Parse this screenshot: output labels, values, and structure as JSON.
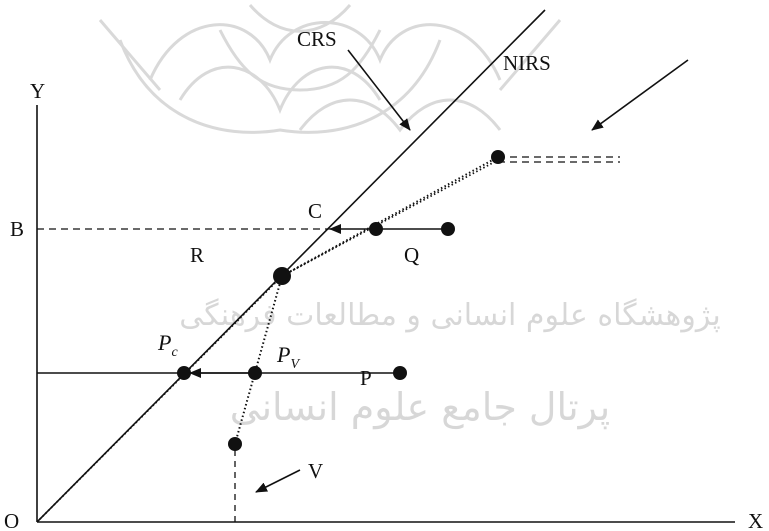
{
  "watermark": {
    "line1": "پژوهشگاه علوم انسانی و مطالعات فرهنگی",
    "line2": "پرتال جامع علوم انسانی"
  },
  "labels": {
    "y_axis": "Y",
    "x_axis": "X",
    "origin": "O",
    "b_level": "B",
    "crs": "CRS",
    "nirs": "NIRS",
    "c": "C",
    "r": "R",
    "q": "Q",
    "p": "P",
    "v": "V",
    "pc_main": "P",
    "pc_sub": "c",
    "pv_main": "P",
    "pv_sub": "V"
  },
  "colors": {
    "ink": "#111111",
    "watermark": "#b8b8b8"
  }
}
